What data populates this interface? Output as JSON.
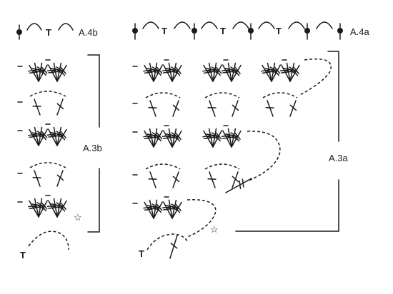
{
  "labels": {
    "a4b": "A.4b",
    "a4a": "A.4a",
    "a3b": "A.3b",
    "a3a": "A.3a"
  },
  "symbols": {
    "single_crochet": "T",
    "start_star": "☆",
    "chain": "-"
  }
}
